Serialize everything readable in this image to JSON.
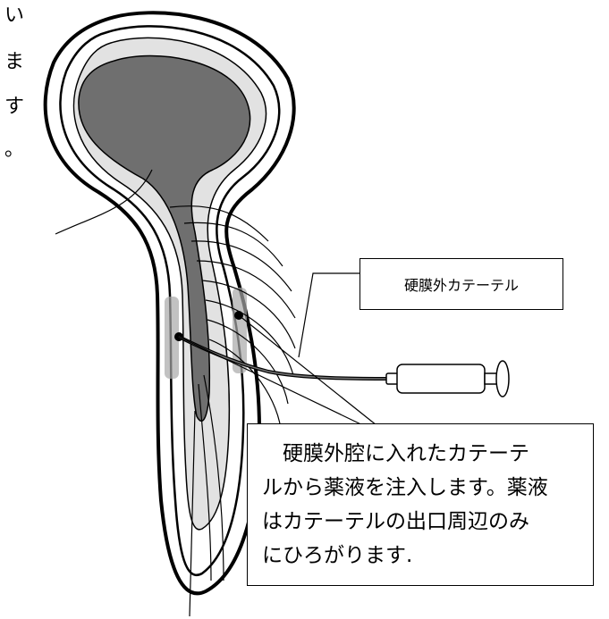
{
  "side_text": [
    "い",
    "ま",
    "す",
    "。"
  ],
  "catheter_label": "硬膜外カテーテル",
  "description_lines": [
    "　硬膜外腔に入れたカテーテ",
    "ルから薬液を注入します。薬液",
    "はカテーテルの出口周辺のみ",
    "にひろがります."
  ],
  "colors": {
    "brain": "#6f6f6f",
    "dura_fill": "#e2e2e2",
    "outline": "#000000",
    "drug_spread": "#a8a8a8"
  }
}
